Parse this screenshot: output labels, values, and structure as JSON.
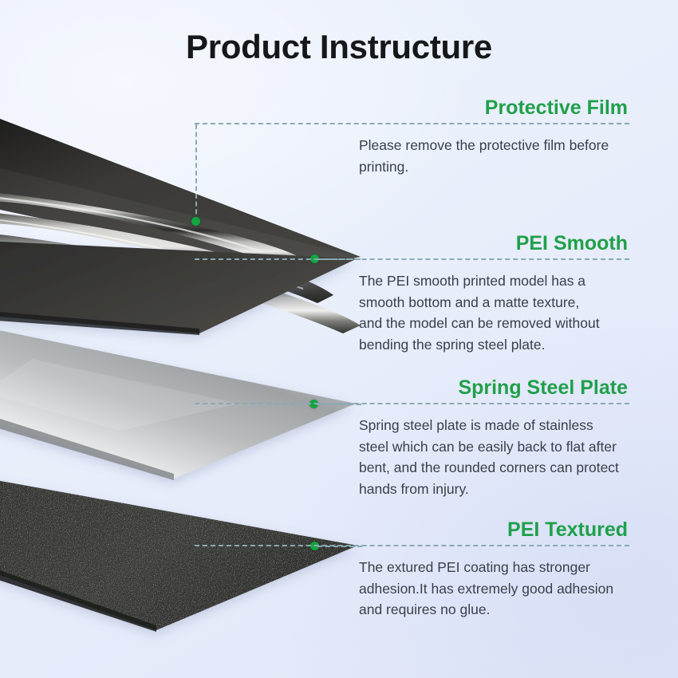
{
  "page": {
    "title": "Product Instructure",
    "accent_green": "#20a04b",
    "dot_green": "#12a63f",
    "dash_color": "#8aa9b4",
    "body_text_color": "#3a4049",
    "background_from": "#e9eefc",
    "background_to": "#e1e7f7"
  },
  "callouts": [
    {
      "heading": "Protective Film",
      "body": "Please remove the protective film before\nprinting."
    },
    {
      "heading": "PEI Smooth",
      "body": "The PEI smooth printed model has a\nsmooth bottom and a matte texture,\nand the model can be removed without\nbending the spring steel plate."
    },
    {
      "heading": "Spring Steel Plate",
      "body": "Spring steel plate is made of stainless\nsteel which can be easily back to flat after\nbent, and the rounded corners can protect\nhands from injury."
    },
    {
      "heading": "PEI Textured",
      "body": "The extured PEI coating has stronger\nadhesion.It has extremely good adhesion\nand requires no glue."
    }
  ],
  "layers": [
    {
      "name": "protective-film",
      "label": "Protective Film"
    },
    {
      "name": "pei-smooth",
      "label": "PEI Smooth"
    },
    {
      "name": "spring-steel-plate",
      "label": "Spring Steel Plate"
    },
    {
      "name": "pei-textured",
      "label": "PEI Textured"
    }
  ]
}
